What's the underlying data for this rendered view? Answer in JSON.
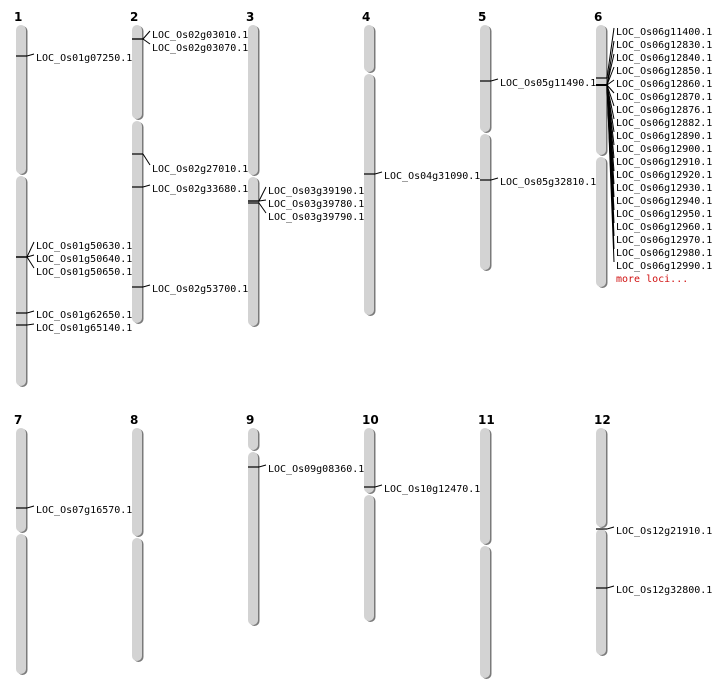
{
  "colors": {
    "chromosome_fill": "#d3d3d3",
    "chromosome_shadow": "#7a7a7a",
    "marker": "#000000",
    "more_loci": "#d01010"
  },
  "chromosomes": [
    {
      "label": "1",
      "loci": [
        "LOC_Os01g07250.1",
        "LOC_Os01g50630.1",
        "LOC_Os01g50640.1",
        "LOC_Os01g50650.1",
        "LOC_Os01g62650.1",
        "LOC_Os01g65140.1"
      ]
    },
    {
      "label": "2",
      "loci": [
        "LOC_Os02g03010.1",
        "LOC_Os02g03070.1",
        "LOC_Os02g27010.1",
        "LOC_Os02g33680.1",
        "LOC_Os02g53700.1"
      ]
    },
    {
      "label": "3",
      "loci": [
        "LOC_Os03g39190.1",
        "LOC_Os03g39780.1",
        "LOC_Os03g39790.1"
      ]
    },
    {
      "label": "4",
      "loci": [
        "LOC_Os04g31090.1"
      ]
    },
    {
      "label": "5",
      "loci": [
        "LOC_Os05g11490.1",
        "LOC_Os05g32810.1"
      ]
    },
    {
      "label": "6",
      "loci": [
        "LOC_Os06g11400.1",
        "LOC_Os06g12830.1",
        "LOC_Os06g12840.1",
        "LOC_Os06g12850.1",
        "LOC_Os06g12860.1",
        "LOC_Os06g12870.1",
        "LOC_Os06g12876.1",
        "LOC_Os06g12882.1",
        "LOC_Os06g12890.1",
        "LOC_Os06g12900.1",
        "LOC_Os06g12910.1",
        "LOC_Os06g12920.1",
        "LOC_Os06g12930.1",
        "LOC_Os06g12940.1",
        "LOC_Os06g12950.1",
        "LOC_Os06g12960.1",
        "LOC_Os06g12970.1",
        "LOC_Os06g12980.1",
        "LOC_Os06g12990.1"
      ],
      "more": "more loci..."
    },
    {
      "label": "7",
      "loci": [
        "LOC_Os07g16570.1"
      ]
    },
    {
      "label": "8",
      "loci": []
    },
    {
      "label": "9",
      "loci": [
        "LOC_Os09g08360.1"
      ]
    },
    {
      "label": "10",
      "loci": [
        "LOC_Os10g12470.1"
      ]
    },
    {
      "label": "11",
      "loci": []
    },
    {
      "label": "12",
      "loci": [
        "LOC_Os12g21910.1",
        "LOC_Os12g32800.1"
      ]
    }
  ]
}
